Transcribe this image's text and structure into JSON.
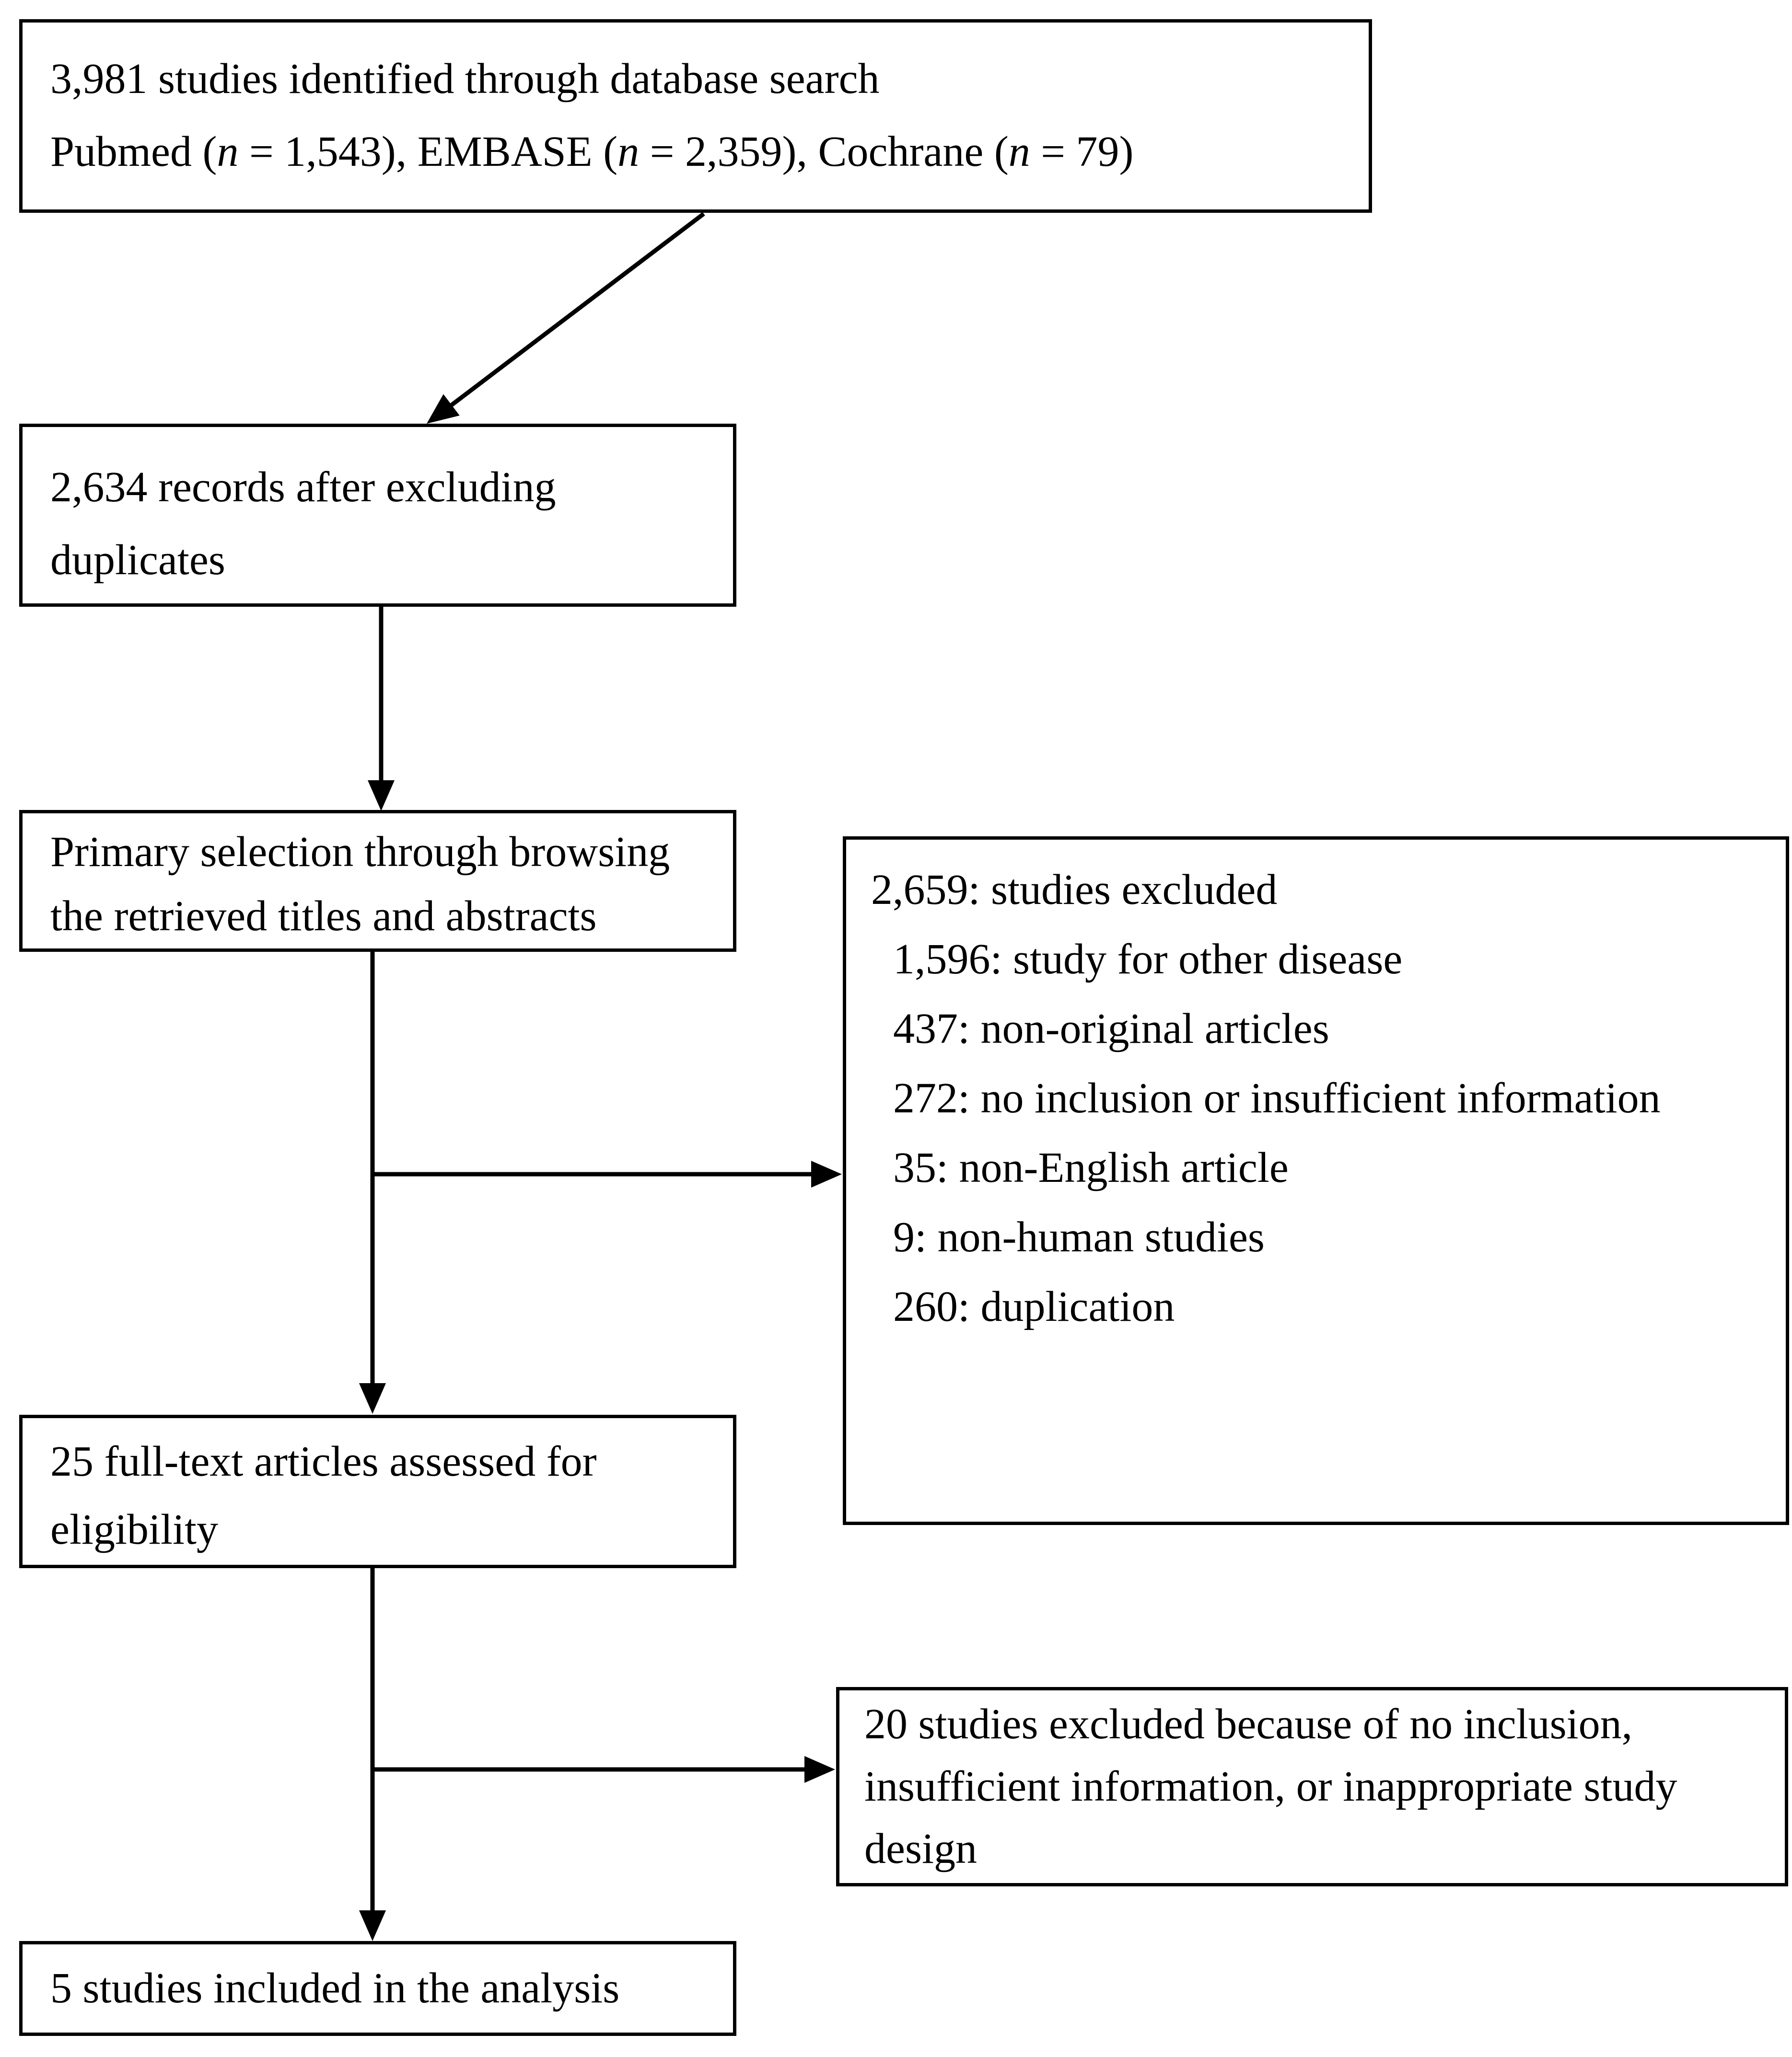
{
  "colors": {
    "background": "#ffffff",
    "ink": "#000000",
    "box_border": "#000000"
  },
  "boxes": {
    "identified": {
      "line1": "3,981 studies identified through database search",
      "line2": "Pubmed (n = 1,543), EMBASE (n = 2,359), Cochrane (n = 79)"
    },
    "deduplicated": {
      "line1": "2,634 records after excluding",
      "line2": "duplicates"
    },
    "primary_selection": {
      "line1": "Primary selection through browsing",
      "line2": "the retrieved titles and abstracts"
    },
    "excluded_primary": {
      "title": "2,659: studies excluded",
      "items": [
        "1,596: study for other disease",
        "437: non-original articles",
        "272: no inclusion or insufficient information",
        "35: non-English article",
        "9: non-human studies",
        "260: duplication"
      ]
    },
    "fulltext": {
      "line1": "25 full-text articles assessed for",
      "line2": "eligibility"
    },
    "excluded_fulltext": {
      "line1": "20 studies excluded because of no inclusion,",
      "line2": "insufficient information, or inappropriate study",
      "line3": "design"
    },
    "included": {
      "line1": "5 studies included in the analysis"
    }
  }
}
